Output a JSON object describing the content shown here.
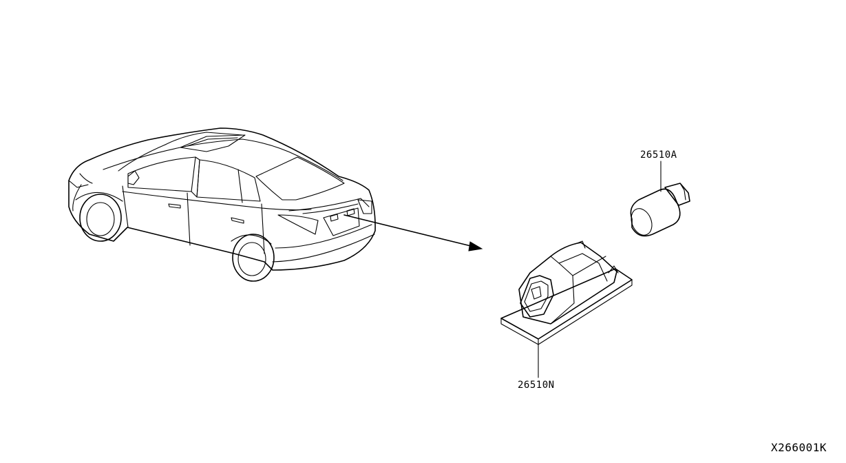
{
  "parts": {
    "bulb": {
      "part_number": "26510A"
    },
    "lamp": {
      "part_number": "26510N"
    }
  },
  "figure_id": "X266001K"
}
